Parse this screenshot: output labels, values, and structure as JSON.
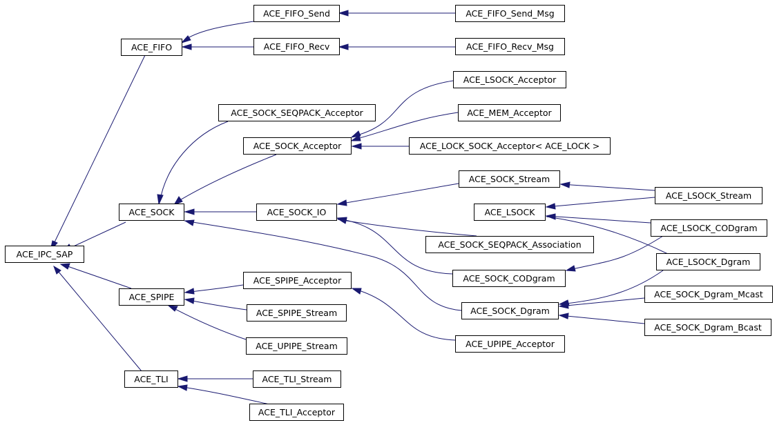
{
  "colors": {
    "edge": "#191970",
    "node_border": "#000000",
    "background": "#ffffff"
  },
  "nodes": {
    "ipc_sap": "ACE_IPC_SAP",
    "fifo": "ACE_FIFO",
    "sock": "ACE_SOCK",
    "spipe": "ACE_SPIPE",
    "tli": "ACE_TLI",
    "fifo_send": "ACE_FIFO_Send",
    "fifo_recv": "ACE_FIFO_Recv",
    "fifo_send_msg": "ACE_FIFO_Send_Msg",
    "fifo_recv_msg": "ACE_FIFO_Recv_Msg",
    "sock_seqpack_acceptor": "ACE_SOCK_SEQPACK_Acceptor",
    "sock_acceptor": "ACE_SOCK_Acceptor",
    "sock_io": "ACE_SOCK_IO",
    "lsock_acceptor": "ACE_LSOCK_Acceptor",
    "mem_acceptor": "ACE_MEM_Acceptor",
    "lock_sock_acceptor": "ACE_LOCK_SOCK_Acceptor< ACE_LOCK >",
    "sock_stream": "ACE_SOCK_Stream",
    "lsock": "ACE_LSOCK",
    "sock_seqpack_association": "ACE_SOCK_SEQPACK_Association",
    "sock_codgram": "ACE_SOCK_CODgram",
    "sock_dgram": "ACE_SOCK_Dgram",
    "upipe_acceptor": "ACE_UPIPE_Acceptor",
    "lsock_stream": "ACE_LSOCK_Stream",
    "lsock_codgram": "ACE_LSOCK_CODgram",
    "lsock_dgram": "ACE_LSOCK_Dgram",
    "sock_dgram_mcast": "ACE_SOCK_Dgram_Mcast",
    "sock_dgram_bcast": "ACE_SOCK_Dgram_Bcast",
    "spipe_acceptor": "ACE_SPIPE_Acceptor",
    "spipe_stream": "ACE_SPIPE_Stream",
    "upipe_stream": "ACE_UPIPE_Stream",
    "tli_stream": "ACE_TLI_Stream",
    "tli_acceptor": "ACE_TLI_Acceptor"
  }
}
